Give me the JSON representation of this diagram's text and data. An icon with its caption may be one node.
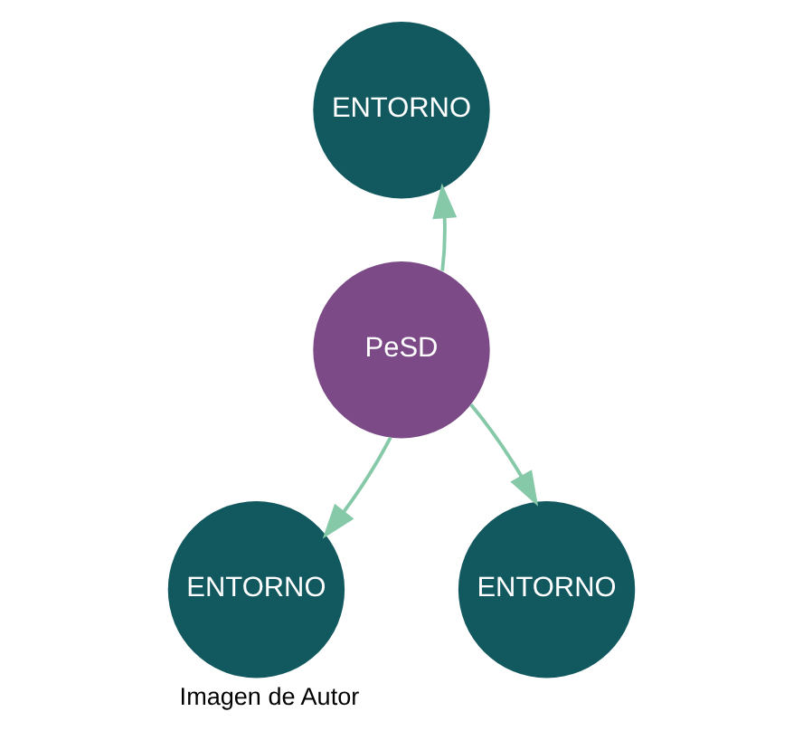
{
  "diagram": {
    "caption": "Imagen de Autor",
    "nodes": [
      {
        "text": [
          "PeSD"
        ]
      },
      {
        "text": [
          "ENTORNO"
        ]
      },
      {
        "text": [
          "ENTORNO"
        ]
      },
      {
        "text": [
          "ENTORNO"
        ]
      }
    ],
    "edges": [
      {
        "from": 0,
        "to": 1,
        "arrow": "to"
      },
      {
        "from": 0,
        "to": 2,
        "arrow": "to"
      },
      {
        "from": 0,
        "to": 3,
        "arrow": "to"
      }
    ]
  }
}
